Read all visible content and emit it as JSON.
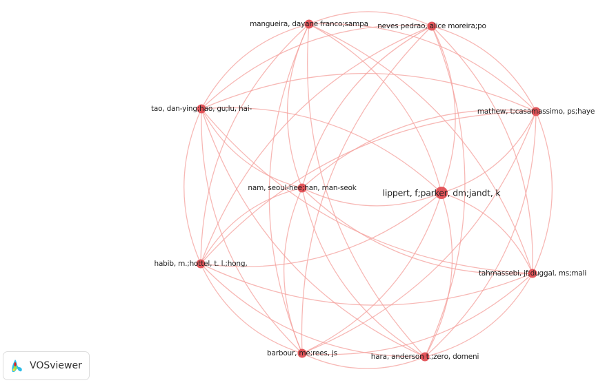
{
  "network": {
    "nodes": [
      {
        "label": "mangueira, dayane franco;sampa",
        "weight": 1
      },
      {
        "label": "neves pedrao, alice moreira;po",
        "weight": 1
      },
      {
        "label": "tao, dan-ying;hao, gu;lu, hai-",
        "weight": 1
      },
      {
        "label": "mathew, t;casamassimo, ps;haye",
        "weight": 1
      },
      {
        "label": "nam, seoul-hee;han, man-seok",
        "weight": 1
      },
      {
        "label": "lippert, f;parker, dm;jandt, k",
        "weight": 2
      },
      {
        "label": "habib, m.;hottel, t. l.;hong,",
        "weight": 1
      },
      {
        "label": "tahmassebi, jf;duggal, ms;mali",
        "weight": 1
      },
      {
        "label": "barbour, me;rees, js",
        "weight": 1
      },
      {
        "label": "hara, anderson t.;zero, domeni",
        "weight": 1
      }
    ],
    "node_color": "#e0474c",
    "edge_color": "#f4a09c"
  },
  "logo": {
    "label": "VOSviewer"
  }
}
